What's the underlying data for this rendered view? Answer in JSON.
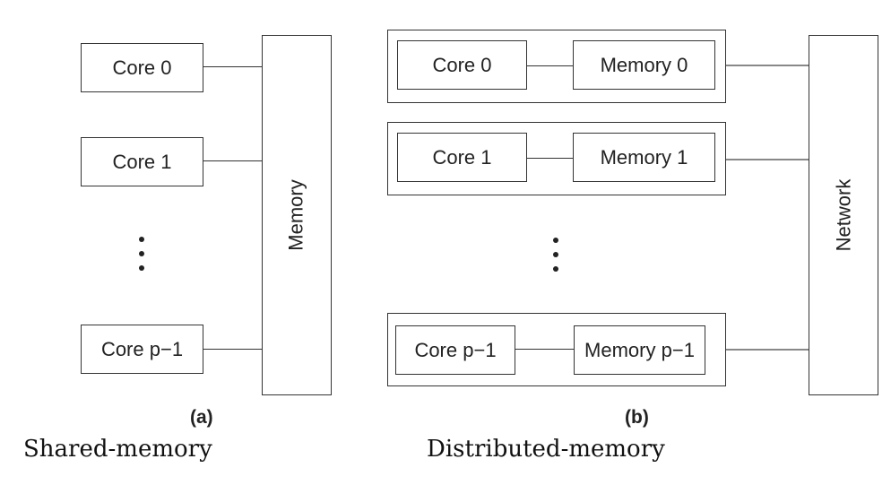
{
  "shared": {
    "cores": [
      "Core 0",
      "Core 1",
      "Core p−1"
    ],
    "memory_label": "Memory",
    "sublabel": "(a)",
    "caption": "Shared-memory"
  },
  "distributed": {
    "nodes": [
      {
        "core": "Core 0",
        "memory": "Memory 0"
      },
      {
        "core": "Core 1",
        "memory": "Memory 1"
      },
      {
        "core": "Core p−1",
        "memory": "Memory p−1"
      }
    ],
    "network_label": "Network",
    "sublabel": "(b)",
    "caption": "Distributed-memory"
  }
}
